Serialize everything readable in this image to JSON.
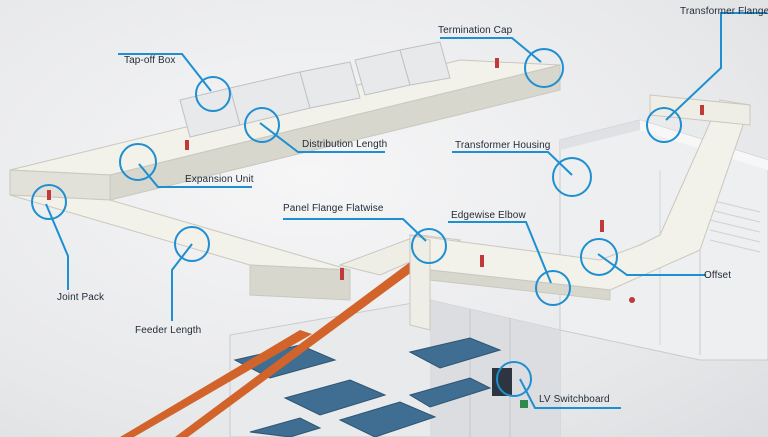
{
  "labels": {
    "tap_off_box": "Tap-off Box",
    "termination_cap": "Termination Cap",
    "transformer_flange": "Transformer Flange",
    "distribution_length": "Distribution Length",
    "transformer_housing": "Transformer Housing",
    "expansion_unit": "Expansion Unit",
    "panel_flange_flatwise": "Panel Flange Flatwise",
    "edgewise_elbow": "Edgewise Elbow",
    "joint_pack": "Joint Pack",
    "offset": "Offset",
    "feeder_length": "Feeder Length",
    "lv_switchboard": "LV Switchboard"
  },
  "colors": {
    "callout": "#1e8fd0",
    "busway": "#efeee6",
    "busway_shade": "#d8d7ce",
    "joint_accent": "#c0393b",
    "cable_tray": "#d2642b",
    "panel_blue": "#3f6e92",
    "switchboard": "#e9eaeb",
    "transformer": "#eeeff1"
  }
}
